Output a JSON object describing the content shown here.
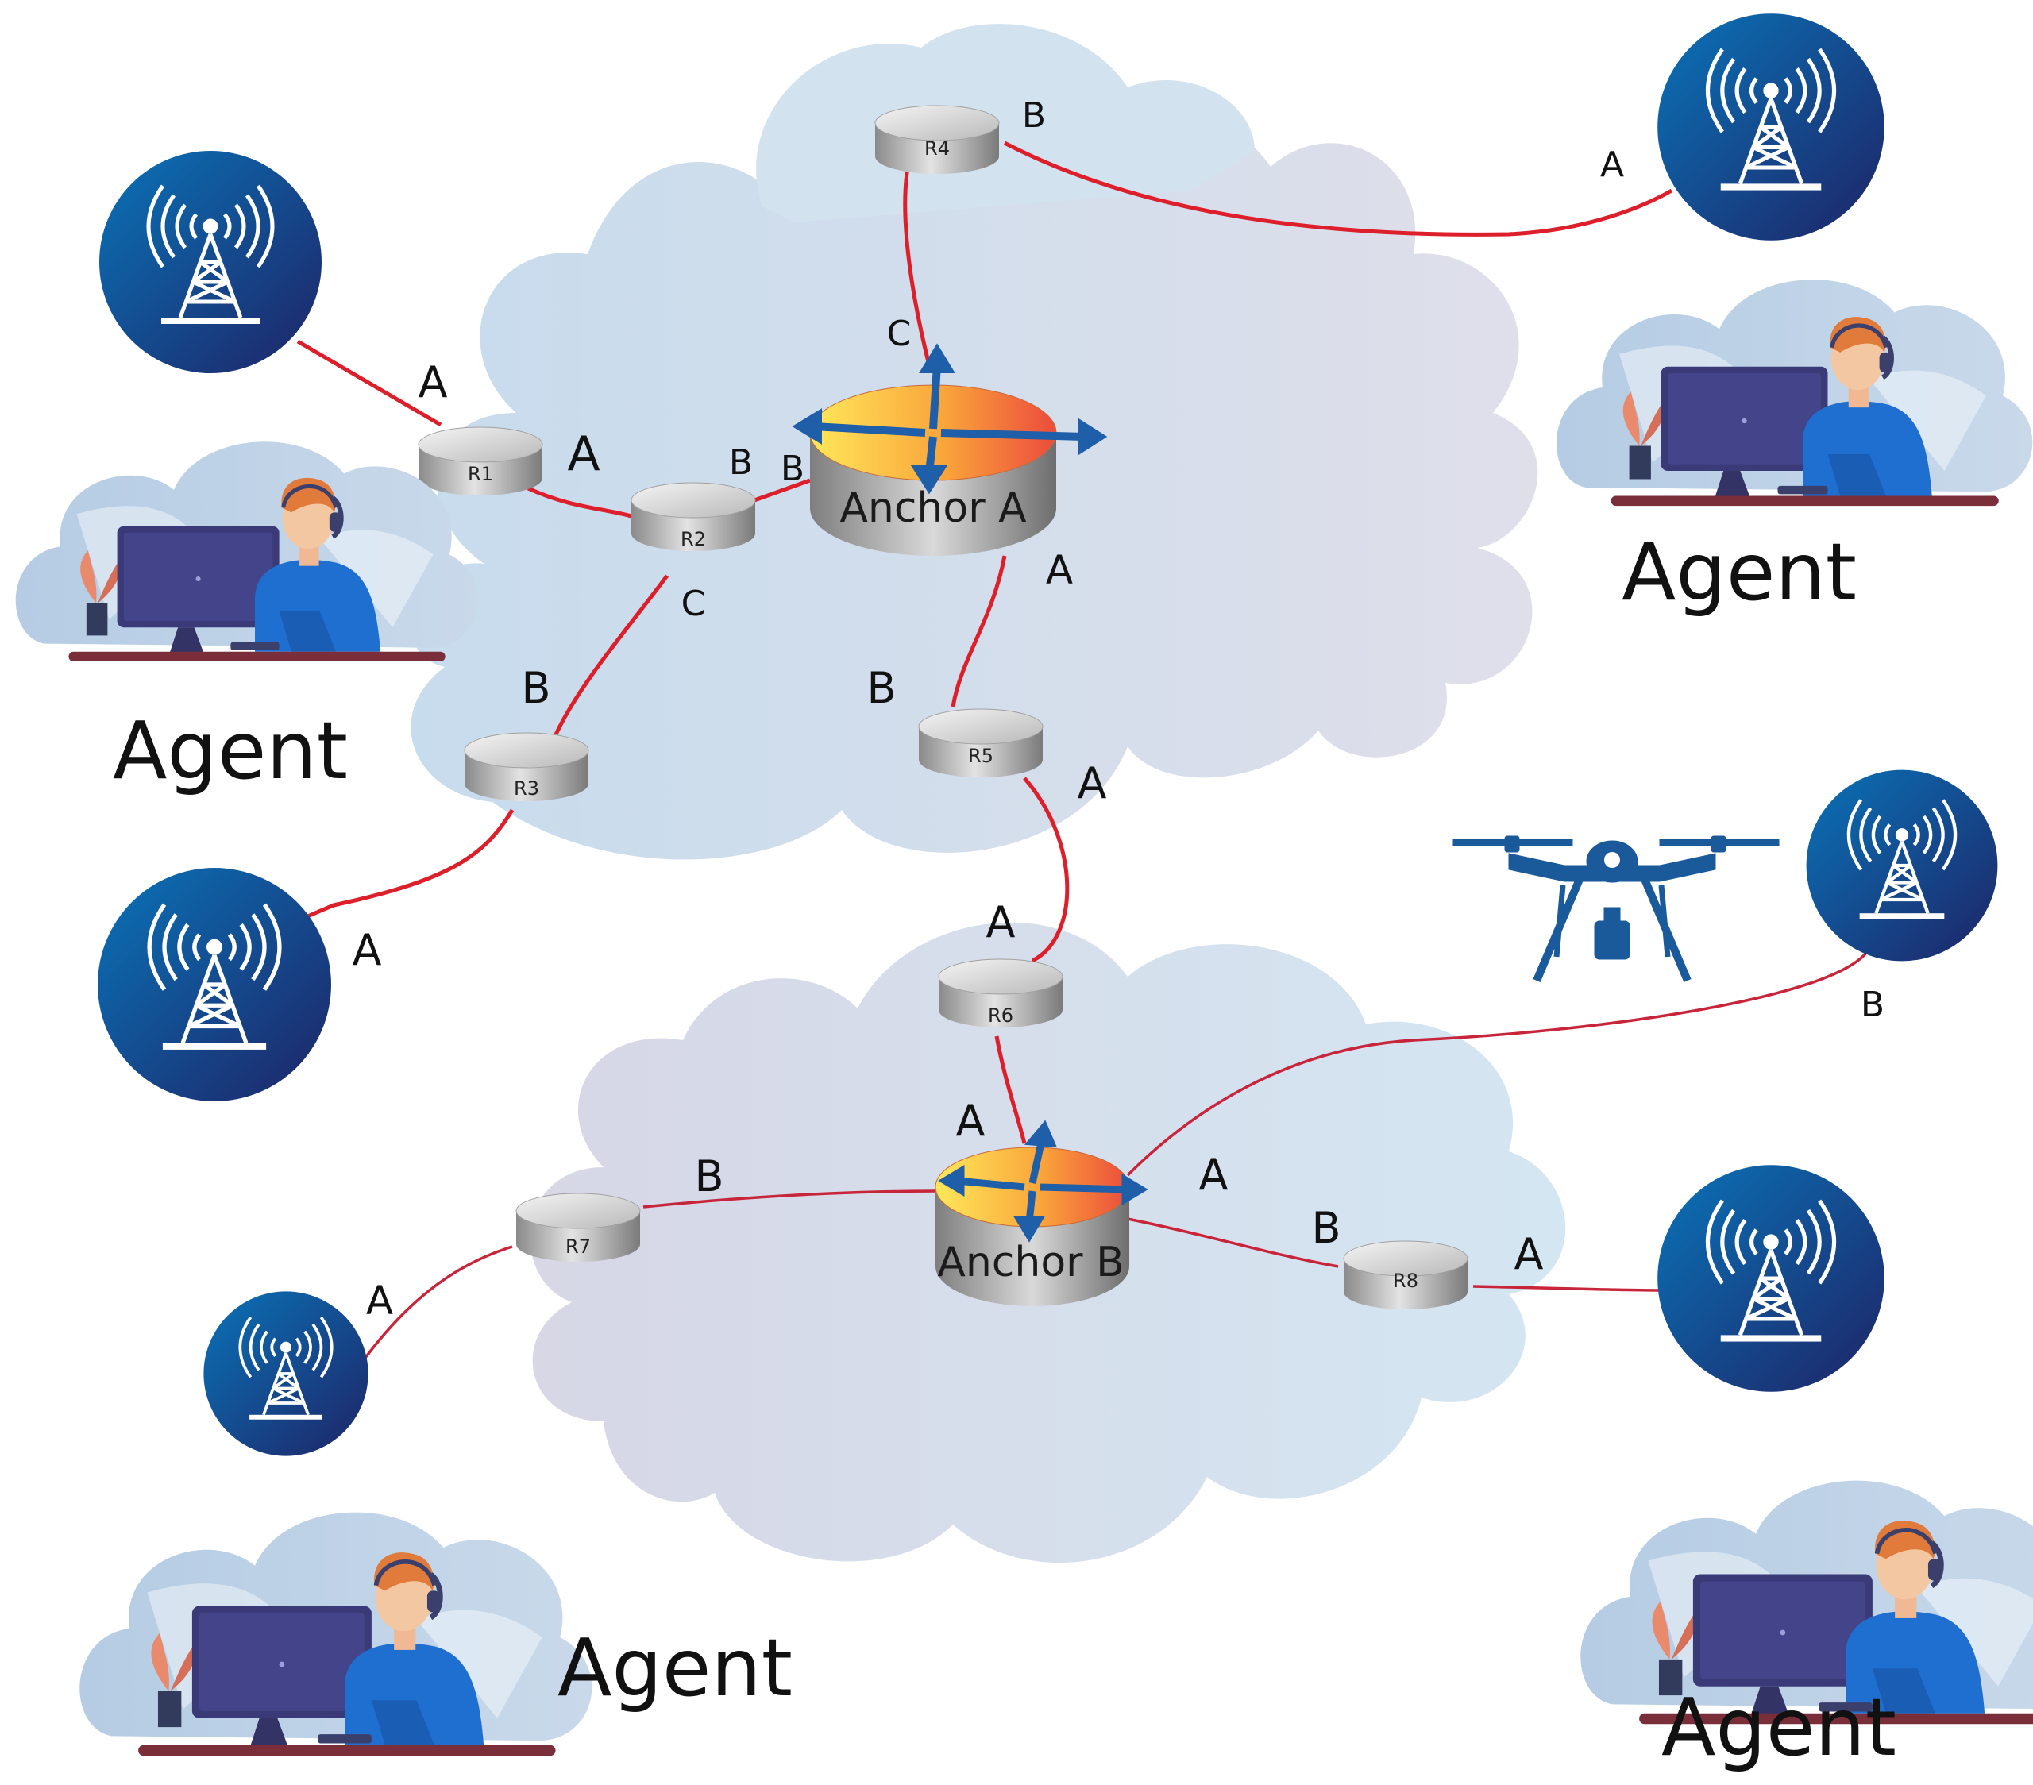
{
  "diagram": {
    "anchors": [
      {
        "id": "anchor-a",
        "label": "Anchor A"
      },
      {
        "id": "anchor-b",
        "label": "Anchor B"
      }
    ],
    "routers": [
      "R1",
      "R2",
      "R3",
      "R4",
      "R5",
      "R6",
      "R7",
      "R8"
    ],
    "agent_label": "Agent",
    "ports": {
      "tower1_r1": "A",
      "r1_r2": "A",
      "r2_anchorA_r2side": "B",
      "r2_anchorA_anchorside": "B",
      "r2_r3_r2side": "C",
      "r2_r3_r3side": "B",
      "r3_tower3": "A",
      "r4_anchorA_anchorside": "C",
      "r4_tower2_r4side": "B",
      "r4_tower2_towerside": "A",
      "anchorA_r5_anchorside": "A",
      "anchorA_r5_r5side": "B",
      "r5_r6_r5side": "A",
      "r5_r6_r6side": "A",
      "r6_anchorB": "A",
      "r7_anchorB": "B",
      "tower5_r7": "A",
      "anchorB_tower4_anchorside": "A",
      "anchorB_tower4_towerside": "B",
      "anchorB_r8": "B",
      "r8_tower6": "A"
    },
    "colors": {
      "link": "#dc1f2b",
      "tower_gradient_start": "#0a6fb5",
      "tower_gradient_end": "#1c2a6b",
      "anchor_top_start": "#ffe45a",
      "anchor_top_end": "#ef5a3a",
      "cloud": "#d3e2ef"
    }
  }
}
